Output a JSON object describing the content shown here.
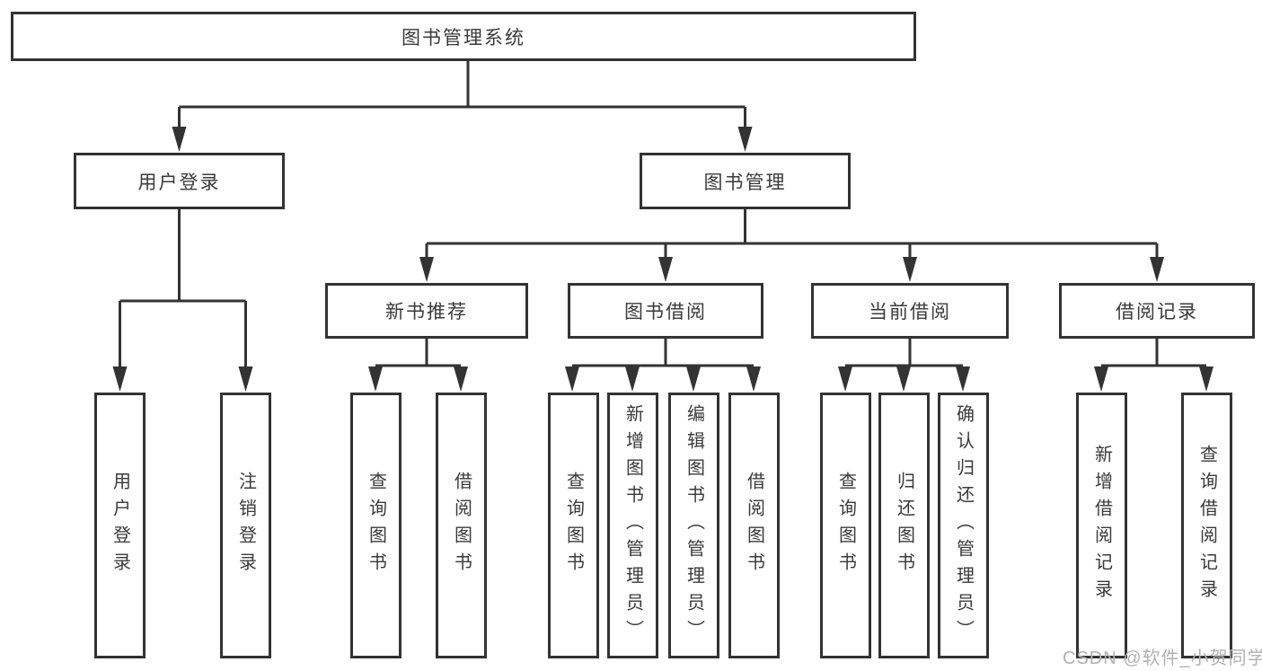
{
  "tree": {
    "label": "图书管理系统",
    "children": [
      {
        "label": "用户登录",
        "children": [
          {
            "label": "用户登录"
          },
          {
            "label": "注销登录"
          }
        ]
      },
      {
        "label": "图书管理",
        "children": [
          {
            "label": "新书推荐",
            "children": [
              {
                "label": "查询图书"
              },
              {
                "label": "借阅图书"
              }
            ]
          },
          {
            "label": "图书借阅",
            "children": [
              {
                "label": "查询图书"
              },
              {
                "label": "新增图书（管理员）"
              },
              {
                "label": "编辑图书（管理员）"
              },
              {
                "label": "借阅图书"
              }
            ]
          },
          {
            "label": "当前借阅",
            "children": [
              {
                "label": "查询图书"
              },
              {
                "label": "归还图书"
              },
              {
                "label": "确认归还（管理员）"
              }
            ]
          },
          {
            "label": "借阅记录",
            "children": [
              {
                "label": "新增借阅记录"
              },
              {
                "label": "查询借阅记录"
              }
            ]
          }
        ]
      }
    ]
  },
  "watermark": "CSDN @软件_小贺同学",
  "colors": {
    "line": "#333333",
    "box_border": "#333333",
    "text": "#3a3a3a",
    "watermark": "#b1b1b1",
    "background": "#ffffff"
  }
}
